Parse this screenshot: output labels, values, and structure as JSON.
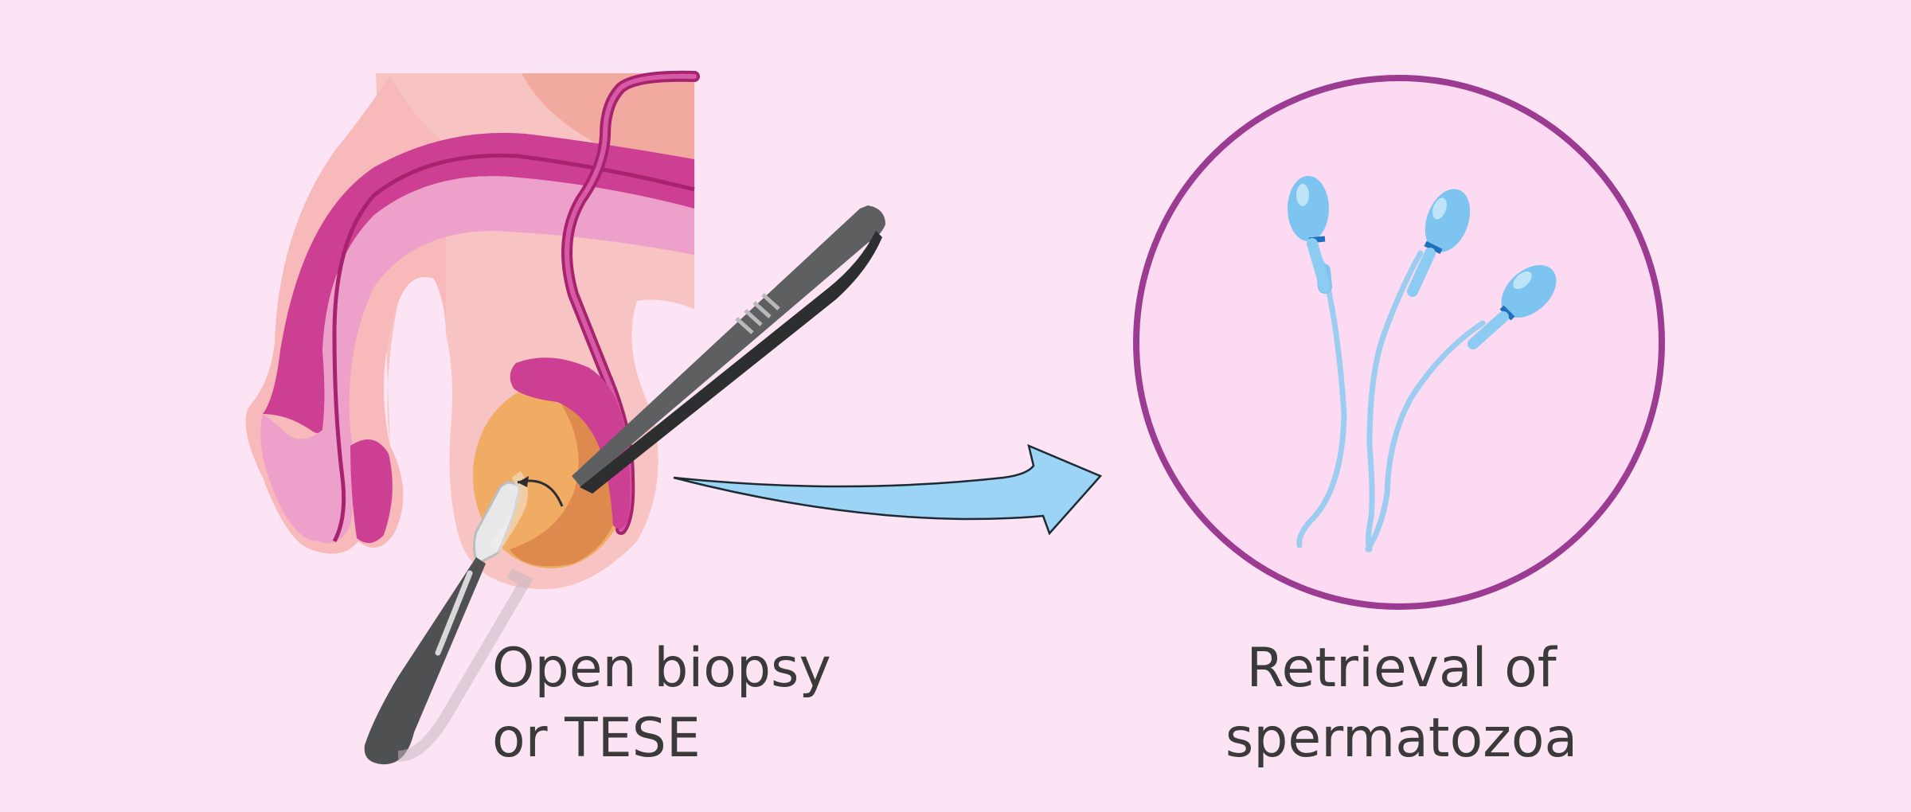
{
  "captions": {
    "left": {
      "line1": "Open biopsy",
      "line2": "or TESE"
    },
    "right": {
      "line1": "Retrieval of",
      "line2": "spermatozoa"
    }
  },
  "colors": {
    "background": "#fde4f5",
    "skin": "#f7c3c3",
    "skin_dark": "#f2aaa0",
    "tissue_magenta": "#cc3f93",
    "tissue_light": "#eda0c9",
    "vessel": "#a8236f",
    "testis": "#f1ac63",
    "testis_dark": "#de8a4e",
    "instrument": "#5e5f61",
    "instrument_dark": "#2c2e30",
    "arrow": "#9cd4f6",
    "circle_stroke": "#9b3c92",
    "sperm": "#7ec4f0"
  },
  "icons": {
    "scalpel": "scalpel-icon",
    "forceps": "forceps-icon",
    "arrow": "arrow-icon",
    "sperm": "sperm-icon"
  }
}
